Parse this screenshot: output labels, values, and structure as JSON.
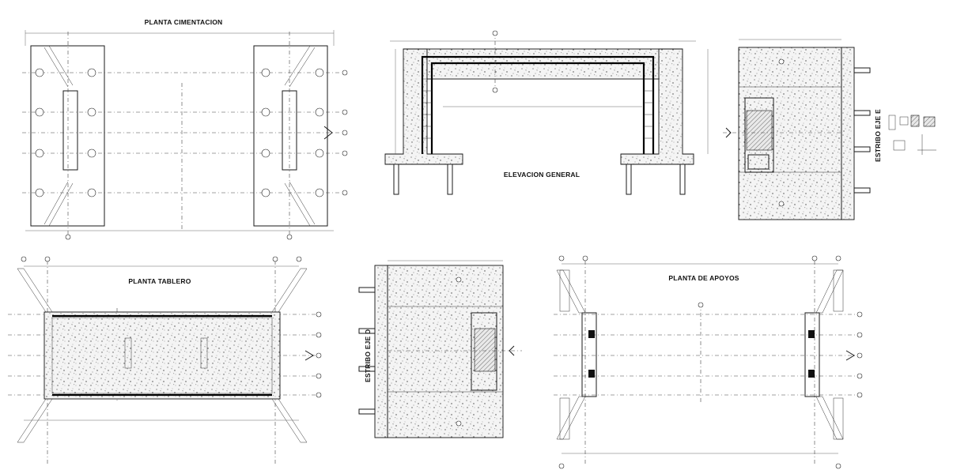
{
  "titles": {
    "foundation_plan": "PLANTA CIMENTACION",
    "general_elevation": "ELEVACION GENERAL",
    "axis_e_stirrup": "ESTRIBO EJE E",
    "deck_plan": "PLANTA TABLERO",
    "axis_d_stirrup": "ESTRIBO EJE D",
    "bearing_plan": "PLANTA DE APOYOS"
  },
  "colors": {
    "line": "#1a1a1a",
    "background": "#ffffff",
    "fill_concrete": "#f2f2f2"
  }
}
